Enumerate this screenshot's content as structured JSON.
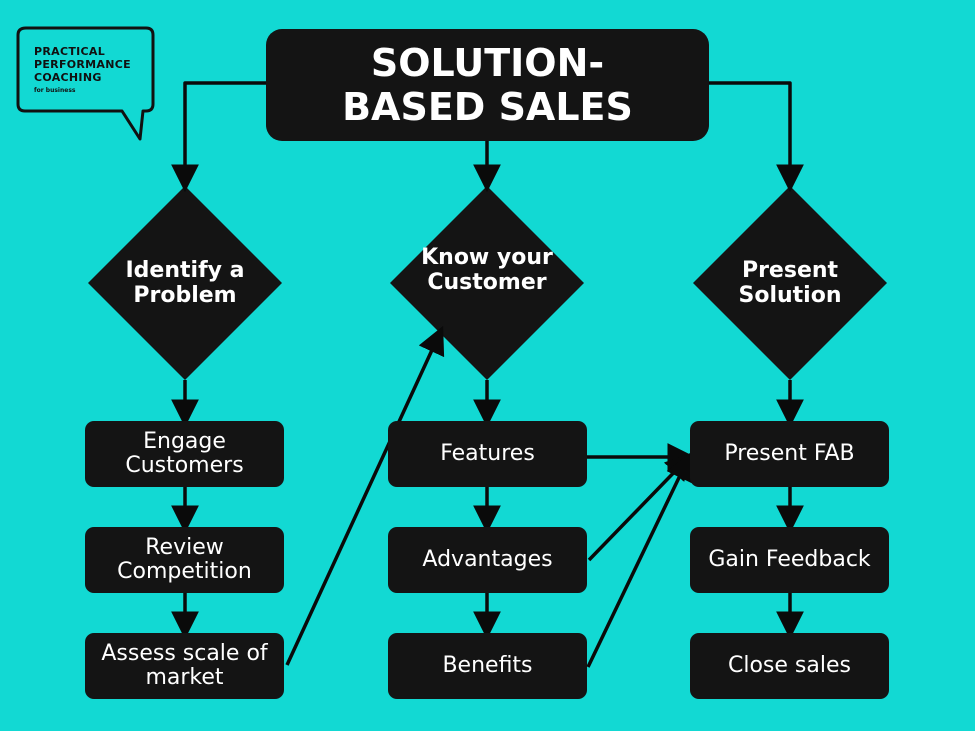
{
  "logo": {
    "line1": "PRACTICAL",
    "line2": "PERFORMANCE",
    "line3": "COACHING",
    "tagline": "for business"
  },
  "title": "SOLUTION-BASED SALES",
  "columns": [
    {
      "decision": "Identify a Problem",
      "steps": [
        "Engage Customers",
        "Review Competition",
        "Assess scale of market"
      ]
    },
    {
      "decision": "Know your Customer",
      "steps": [
        "Features",
        "Advantages",
        "Benefits"
      ]
    },
    {
      "decision": "Present Solution",
      "steps": [
        "Present FAB",
        "Gain Feedback",
        "Close sales"
      ]
    }
  ],
  "colors": {
    "background": "#12d9d3",
    "shape_fill": "#141414",
    "text": "#ffffff"
  }
}
